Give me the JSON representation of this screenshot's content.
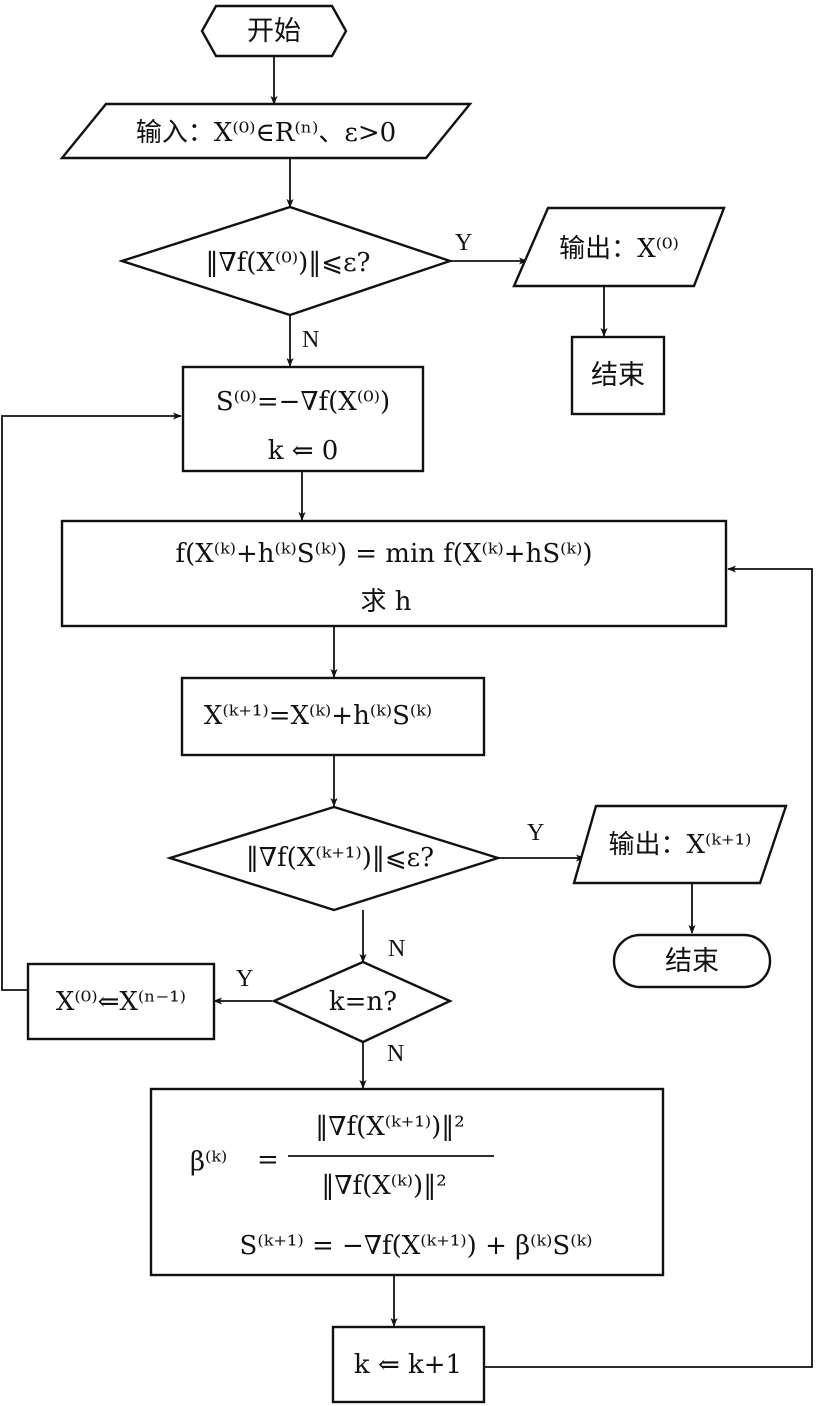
{
  "nodes": {
    "start": "开始",
    "input": "输入：X⁽⁰⁾∈R⁽ⁿ⁾、ε>0",
    "check_initial": "‖∇f(X⁽⁰⁾)‖⩽ε?",
    "output_initial": "输出：X⁽⁰⁾",
    "end_initial": "结束",
    "init_direction": {
      "line1": "S⁽⁰⁾=−∇f(X⁽⁰⁾)",
      "line2": "k ⇐ 0"
    },
    "line_search": {
      "line1": "f(X⁽ᵏ⁾+h⁽ᵏ⁾S⁽ᵏ⁾) = min f(X⁽ᵏ⁾+hS⁽ᵏ⁾)",
      "line2": "求 h"
    },
    "update_x": "X⁽ᵏ⁺¹⁾=X⁽ᵏ⁾+h⁽ᵏ⁾S⁽ᵏ⁾",
    "check_converge": "‖∇f(X⁽ᵏ⁺¹⁾)‖⩽ε?",
    "output_final": "输出：X⁽ᵏ⁺¹⁾",
    "end_final": "结束",
    "check_restart": "k=n?",
    "restart": "X⁽⁰⁾⇐X⁽ⁿ⁻¹⁾",
    "beta_block": {
      "beta_lhs": "β⁽ᵏ⁾",
      "equals": "=",
      "numerator": "‖∇f(X⁽ᵏ⁺¹⁾)‖²",
      "denominator": "‖∇f(X⁽ᵏ⁾)‖²",
      "direction": "S⁽ᵏ⁺¹⁾ = −∇f(X⁽ᵏ⁺¹⁾) + β⁽ᵏ⁾S⁽ᵏ⁾"
    },
    "increment": "k ⇐ k+1"
  },
  "edge_labels": {
    "check_initial_yes": "Y",
    "check_initial_no": "N",
    "check_converge_yes": "Y",
    "check_converge_no": "N",
    "check_restart_yes": "Y",
    "check_restart_no": "N"
  }
}
